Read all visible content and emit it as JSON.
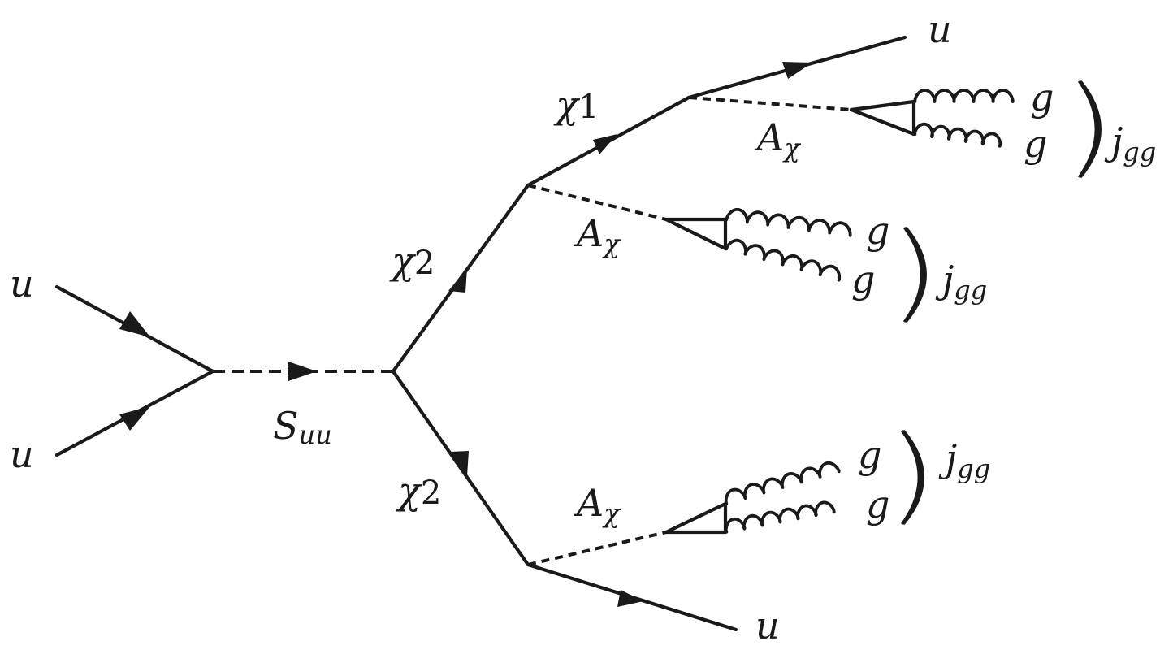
{
  "labels": {
    "in_top": "u",
    "in_bottom": "u",
    "mediator": {
      "base": "S",
      "sub": "uu"
    },
    "chi2_upper": {
      "base": "χ",
      "sub": "2"
    },
    "chi2_lower": {
      "base": "χ",
      "sub": "2"
    },
    "chi1": {
      "base": "χ",
      "sub": "1"
    },
    "out_u_top": "u",
    "out_u_bottom": "u",
    "a_chi_1": {
      "base": "A",
      "sub": "χ"
    },
    "a_chi_2": {
      "base": "A",
      "sub": "χ"
    },
    "a_chi_3": {
      "base": "A",
      "sub": "χ"
    },
    "g_1a": "g",
    "g_1b": "g",
    "g_2a": "g",
    "g_2b": "g",
    "g_3a": "g",
    "g_3b": "g",
    "jet_1": {
      "base": "j",
      "sub": "gg"
    },
    "jet_2": {
      "base": "j",
      "sub": "gg"
    },
    "jet_3": {
      "base": "j",
      "sub": "gg"
    }
  }
}
